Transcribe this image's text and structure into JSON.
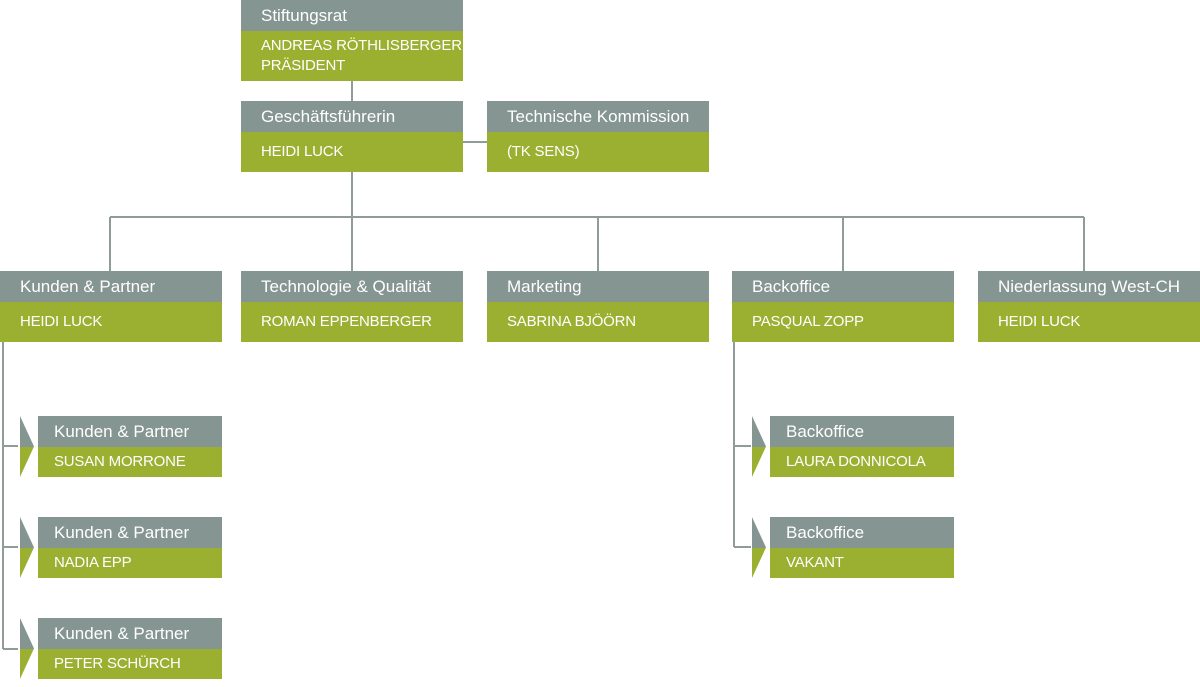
{
  "colors": {
    "header": "#859591",
    "name": "#9bb031",
    "line": "#8f9c99"
  },
  "board": {
    "title": "Stiftungsrat",
    "name_line1": "ANDREAS RÖTHLISBERGER",
    "name_line2": "PRÄSIDENT"
  },
  "ceo": {
    "title": "Geschäftsführerin",
    "name": "HEIDI LUCK"
  },
  "commission": {
    "title": "Technische Kommission",
    "name": "(TK SENS)"
  },
  "departments": [
    {
      "title": "Kunden & Partner",
      "name": "HEIDI LUCK"
    },
    {
      "title": "Technologie & Qualität",
      "name": "ROMAN EPPENBERGER"
    },
    {
      "title": "Marketing",
      "name": "SABRINA BJÖÖRN"
    },
    {
      "title": "Backoffice",
      "name": "PASQUAL ZOPP"
    },
    {
      "title": "Niederlassung West-CH",
      "name": "HEIDI LUCK"
    }
  ],
  "kunden_staff": [
    {
      "title": "Kunden & Partner",
      "name": "SUSAN MORRONE"
    },
    {
      "title": "Kunden & Partner",
      "name": "NADIA EPP"
    },
    {
      "title": "Kunden & Partner",
      "name": "PETER SCHÜRCH"
    }
  ],
  "backoffice_staff": [
    {
      "title": "Backoffice",
      "name": "LAURA DONNICOLA"
    },
    {
      "title": "Backoffice",
      "name": "VAKANT"
    }
  ]
}
